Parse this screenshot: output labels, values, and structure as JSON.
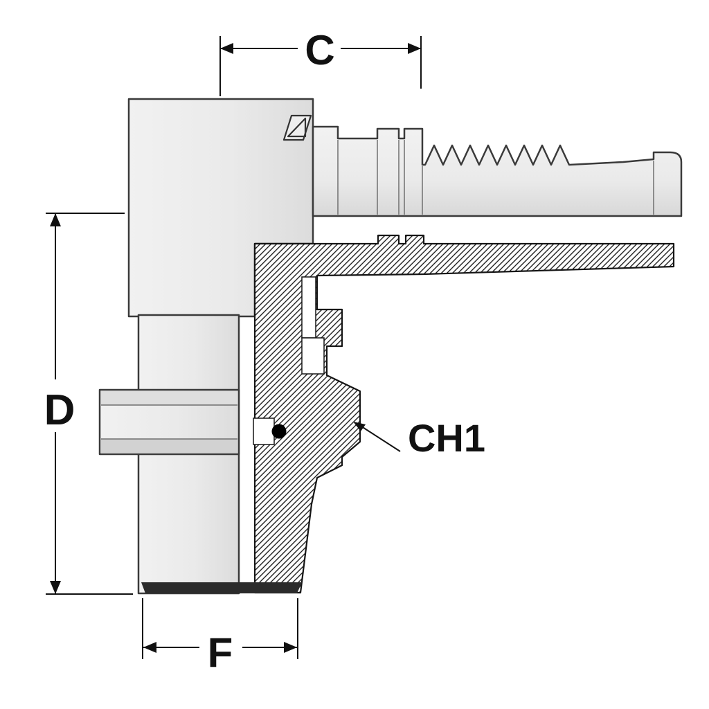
{
  "page": {
    "background_color": "#ffffff"
  },
  "drawing": {
    "type": "technical-drawing",
    "subject": "90-degree elbow hose fitting with male stud end and barbed hose tail, drawn in half section with crosshatched cut walls, an O-ring seal and dimension callouts",
    "colors": {
      "part_fill": "#ebebeb",
      "part_fill_shade": "#dadada",
      "outline": "#3a3a3a",
      "section_outline": "#151515",
      "hatch_lines": "#222222",
      "dimension_lines": "#111111",
      "bottom_shadow": "#2b2b2b",
      "o_ring": "#000000"
    },
    "labels": {
      "dim_top": "C",
      "dim_left": "D",
      "dim_bottom": "F",
      "callout": "CH1"
    },
    "icons": [
      {
        "name": "manufacturer-logo-icon",
        "description": "stylized letter glyph inside a slanted parallelogram stamped on the elbow body"
      }
    ]
  }
}
